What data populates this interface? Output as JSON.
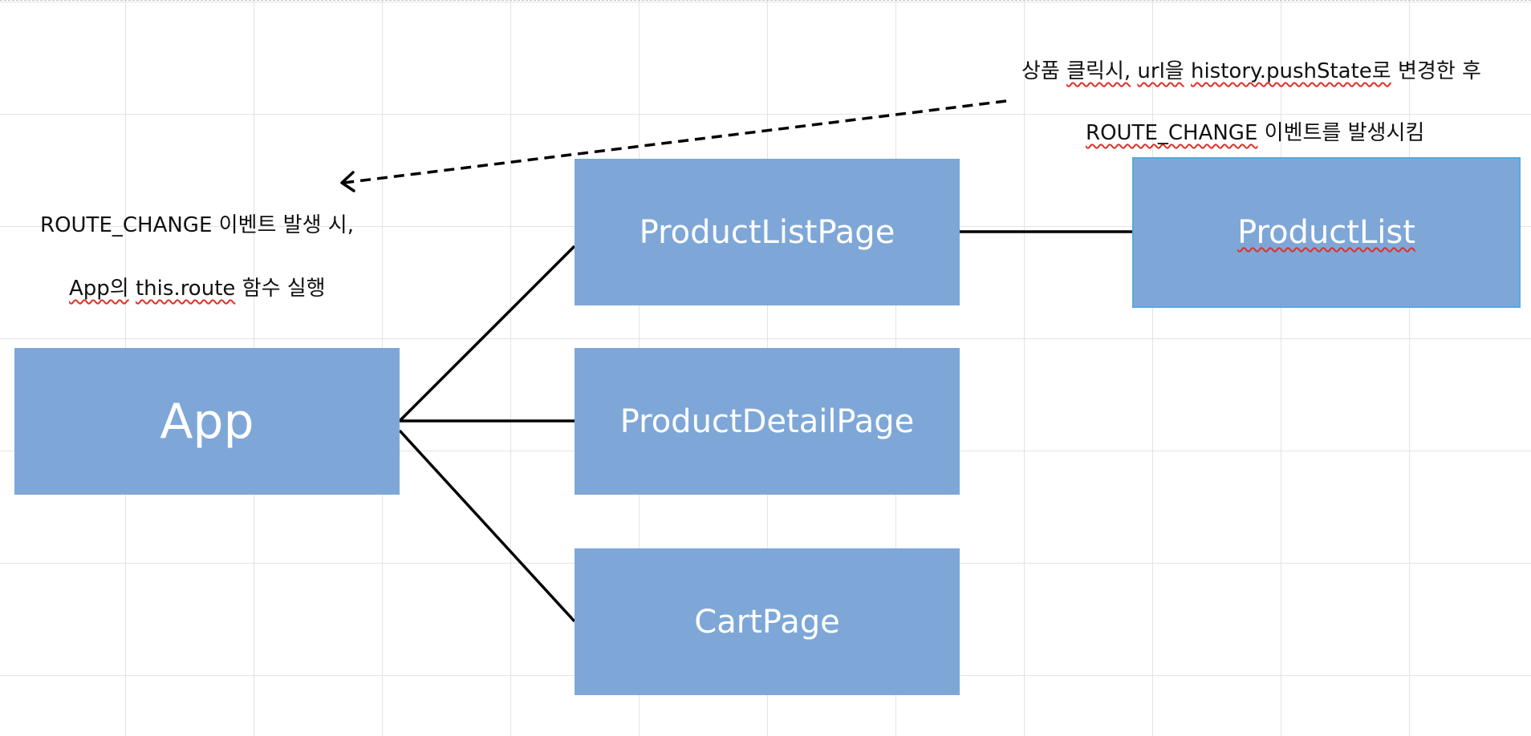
{
  "nodes": {
    "app": "App",
    "product_list_page": "ProductListPage",
    "product_detail_page": "ProductDetailPage",
    "cart_page": "CartPage",
    "product_list": "ProductList"
  },
  "notes": {
    "route_change_line1": "ROUTE_CHANGE 이벤트 발생 시,",
    "route_change_line2_a": "App의",
    "route_change_line2_b": "this.route",
    "route_change_line2_c": "함수 실행",
    "click_line1_a": "상품",
    "click_line1_b": "클릭시,",
    "click_line1_c": "url을",
    "click_line1_d": "history.pushState로",
    "click_line1_e": "변경한 후",
    "click_line2_a": "ROUTE_CHANGE",
    "click_line2_b": "이벤트를 발생시킴"
  },
  "colors": {
    "node_fill": "#7ea7d8",
    "node_text": "#ffffff",
    "selection_border": "#58a9dd",
    "connector": "#000000",
    "spellcheck_underline": "#e0302a",
    "grid": "#e3e3e3"
  }
}
